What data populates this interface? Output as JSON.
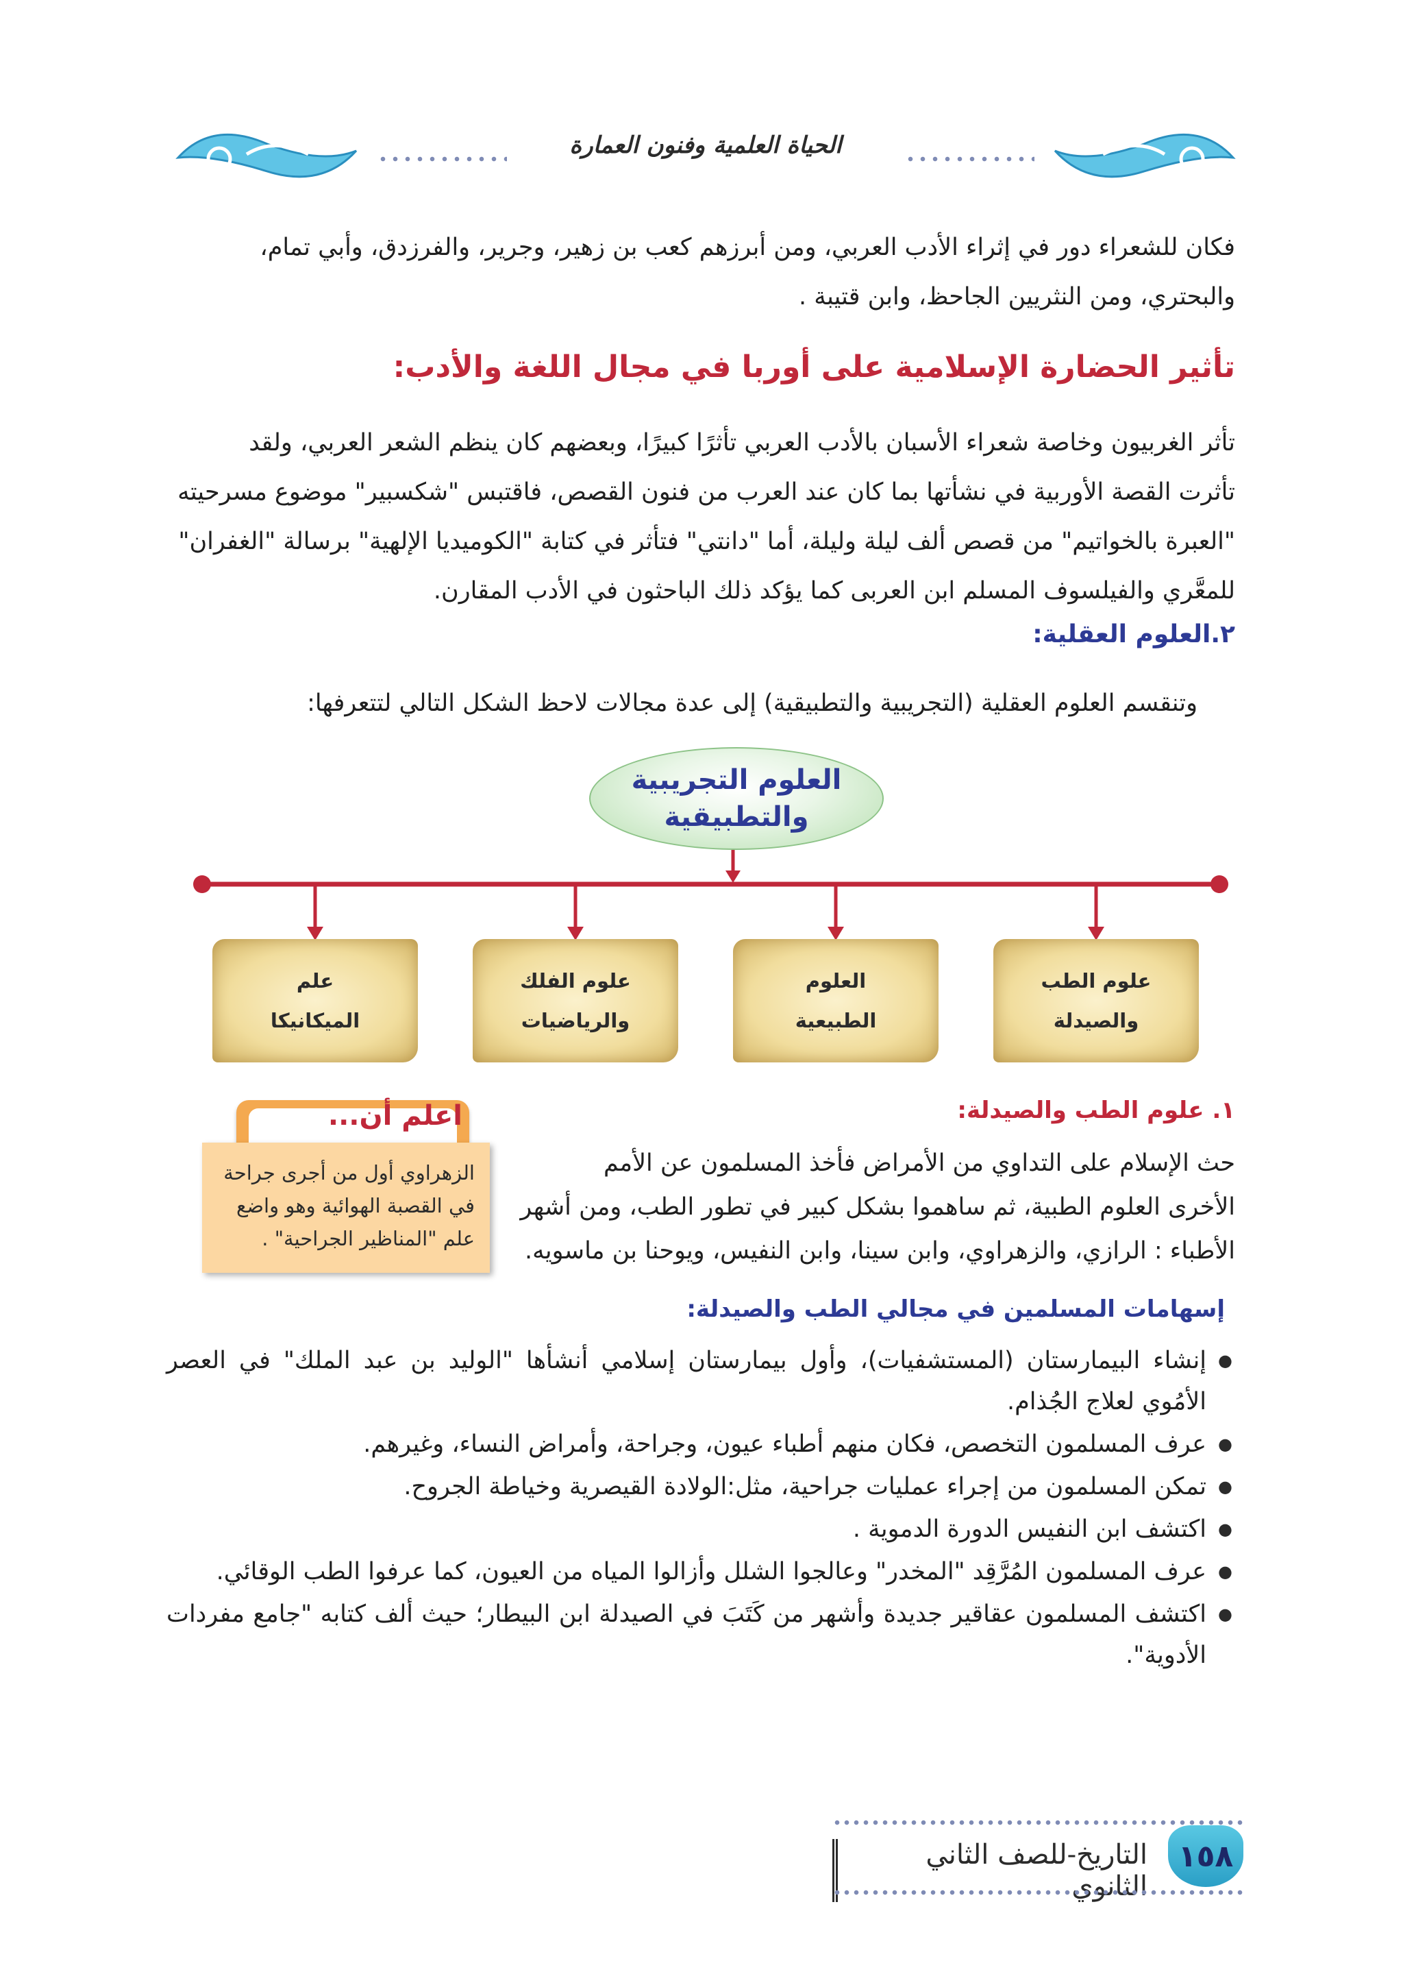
{
  "header": {
    "title": "الحياة العلمية وفنون العمارة"
  },
  "intro": {
    "line1": "فكان للشعراء دور في إثراء الأدب العربي، ومن أبرزهم كعب بن زهير، وجرير، والفرزدق، وأبي تمام،",
    "line2": "والبحتري، ومن النثريين الجاحظ، وابن قتيبة ."
  },
  "influence": {
    "heading": "تأثير الحضارة الإسلامية على أوربا في مجال اللغة والأدب:",
    "lines": [
      "تأثر الغربيون وخاصة شعراء الأسبان بالأدب العربي تأثرًا كبيرًا، وبعضهم كان ينظم الشعر العربي، ولقد",
      "تأثرت القصة الأوربية في نشأتها بما كان عند العرب من فنون القصص، فاقتبس \"شكسبير\" موضوع مسرحيته",
      "\"العبرة بالخواتيم\" من قصص ألف ليلة وليلة، أما \"دانتي\" فتأثر في كتابة \"الكوميديا الإلهية\" برسالة \"الغفران\"",
      "للمعَّري والفيلسوف المسلم ابن العربى كما يؤكد ذلك الباحثون في الأدب المقارن."
    ]
  },
  "rational": {
    "heading": "٢.العلوم العقلية:",
    "text": "وتنقسم العلوم العقلية (التجريبية والتطبيقية) إلى عدة مجالات لاحظ الشكل التالي لتتعرفها:"
  },
  "diagram": {
    "root_line1": "العلوم التجريبية",
    "root_line2": "والتطبيقية",
    "boxes": [
      {
        "line1": "علوم الطب",
        "line2": "والصيدلة"
      },
      {
        "line1": "العلوم",
        "line2": "الطبيعية"
      },
      {
        "line1": "علوم الفلك",
        "line2": "والرياضيات"
      },
      {
        "line1": "علم",
        "line2": "الميكانيكا"
      }
    ]
  },
  "medicine": {
    "heading": "١. علوم الطب والصيدلة:",
    "lines": [
      "حث الإسلام على التداوي من الأمراض فأخذ المسلمون عن الأمم",
      "الأخرى العلوم الطبية، ثم ساهموا بشكل كبير في تطور الطب، ومن أشهر",
      "الأطباء : الرازي، والزهراوي، وابن سينا، وابن النفيس، ويوحنا بن ماسويه."
    ]
  },
  "note": {
    "label": "اعلم أن...",
    "text": "الزهراوي أول من أجرى جراحة في القصبة الهوائية وهو واضع علم \"المناظير الجراحية\" ."
  },
  "contributions": {
    "heading": "إسهامات المسلمين في مجالي الطب والصيدلة:",
    "items": [
      "إنشاء البيمارستان (المستشفيات)، وأول بيمارستان إسلامي أنشأها \"الوليد بن عبد الملك\" في العصر الأمُوي لعلاج الجُذام.",
      "عرف المسلمون التخصص، فكان منهم أطباء عيون، وجراحة، وأمراض النساء، وغيرهم.",
      "تمكن المسلمون من إجراء عمليات جراحية، مثل:الولادة القيصرية وخياطة الجروح.",
      "اكتشف ابن النفيس الدورة الدموية .",
      "عرف المسلمون المُرَّقِد \"المخدر\" وعالجوا الشلل وأزالوا المياه من العيون، كما عرفوا الطب الوقائي.",
      "اكتشف المسلمون عقاقير جديدة وأشهر من كَتَبَ في الصيدلة ابن البيطار؛ حيث ألف كتابه \"جامع مفردات الأدوية\"."
    ]
  },
  "footer": {
    "book": "التاريخ-للصف الثاني الثانوي",
    "page": "١٥٨"
  },
  "colors": {
    "heading_red": "#c0283a",
    "heading_blue": "#2d3a95",
    "diagram_line": "#c0283a",
    "note_orange": "#f4a950"
  }
}
